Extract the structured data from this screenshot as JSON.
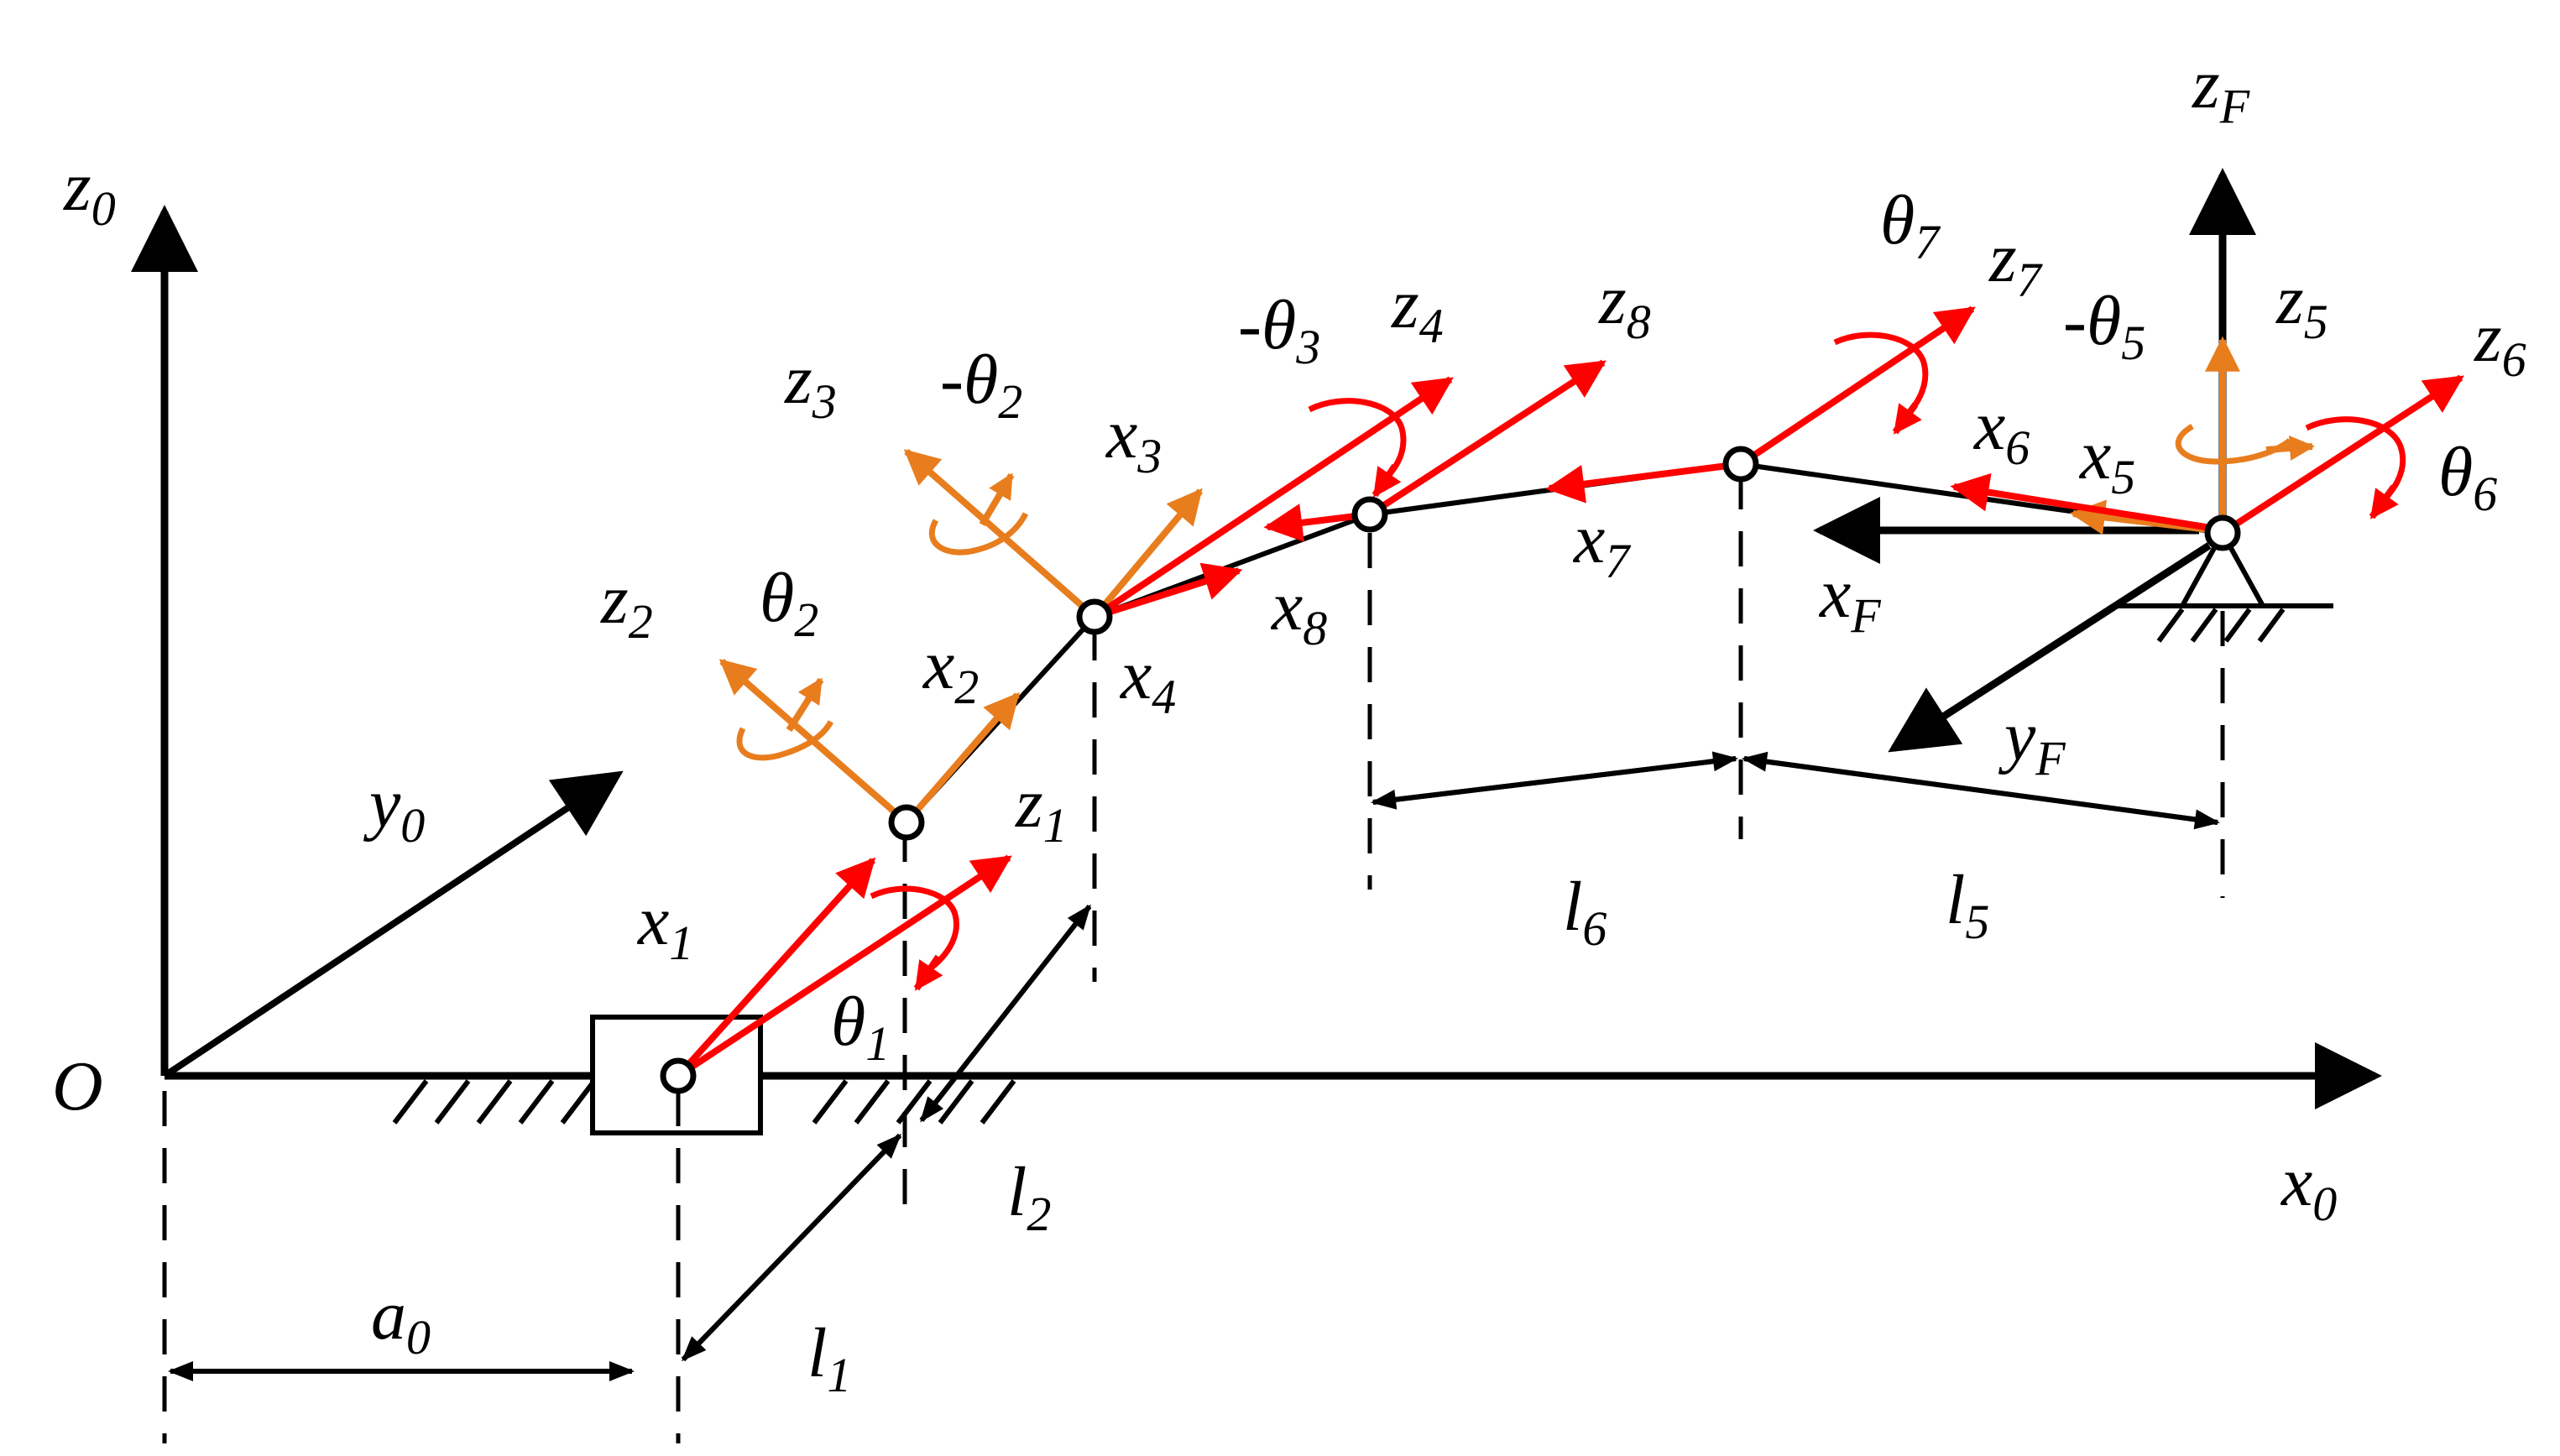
{
  "colors": {
    "ink": "#000000",
    "red": "#ff0000",
    "orange": "#e87d1e",
    "background": "#ffffff"
  },
  "labels": {
    "origin": "O",
    "x0": {
      "base": "x",
      "sub": "0"
    },
    "y0": {
      "base": "y",
      "sub": "0"
    },
    "z0": {
      "base": "z",
      "sub": "0"
    },
    "a0": {
      "base": "a",
      "sub": "0"
    },
    "l1": {
      "base": "l",
      "sub": "1"
    },
    "l2": {
      "base": "l",
      "sub": "2"
    },
    "l5": {
      "base": "l",
      "sub": "5"
    },
    "l6": {
      "base": "l",
      "sub": "6"
    },
    "x1": {
      "base": "x",
      "sub": "1"
    },
    "z1": {
      "base": "z",
      "sub": "1"
    },
    "theta1": {
      "base": "θ",
      "sub": "1"
    },
    "x2": {
      "base": "x",
      "sub": "2"
    },
    "z2": {
      "base": "z",
      "sub": "2"
    },
    "theta2": {
      "base": "θ",
      "sub": "2"
    },
    "x3": {
      "base": "x",
      "sub": "3"
    },
    "z3": {
      "base": "z",
      "sub": "3"
    },
    "neg_theta2": {
      "base": "-θ",
      "sub": "2"
    },
    "x4": {
      "base": "x",
      "sub": "4"
    },
    "z4": {
      "base": "z",
      "sub": "4"
    },
    "neg_theta3": {
      "base": "-θ",
      "sub": "3"
    },
    "x8": {
      "base": "x",
      "sub": "8"
    },
    "z8": {
      "base": "z",
      "sub": "8"
    },
    "x7": {
      "base": "x",
      "sub": "7"
    },
    "z7": {
      "base": "z",
      "sub": "7"
    },
    "theta7": {
      "base": "θ",
      "sub": "7"
    },
    "x6": {
      "base": "x",
      "sub": "6"
    },
    "z6": {
      "base": "z",
      "sub": "6"
    },
    "theta6": {
      "base": "θ",
      "sub": "6"
    },
    "x5": {
      "base": "x",
      "sub": "5"
    },
    "z5": {
      "base": "z",
      "sub": "5"
    },
    "neg_theta5": {
      "base": "-θ",
      "sub": "5"
    },
    "xF": {
      "base": "x",
      "sub": "F"
    },
    "yF": {
      "base": "y",
      "sub": "F"
    },
    "zF": {
      "base": "z",
      "sub": "F"
    }
  }
}
